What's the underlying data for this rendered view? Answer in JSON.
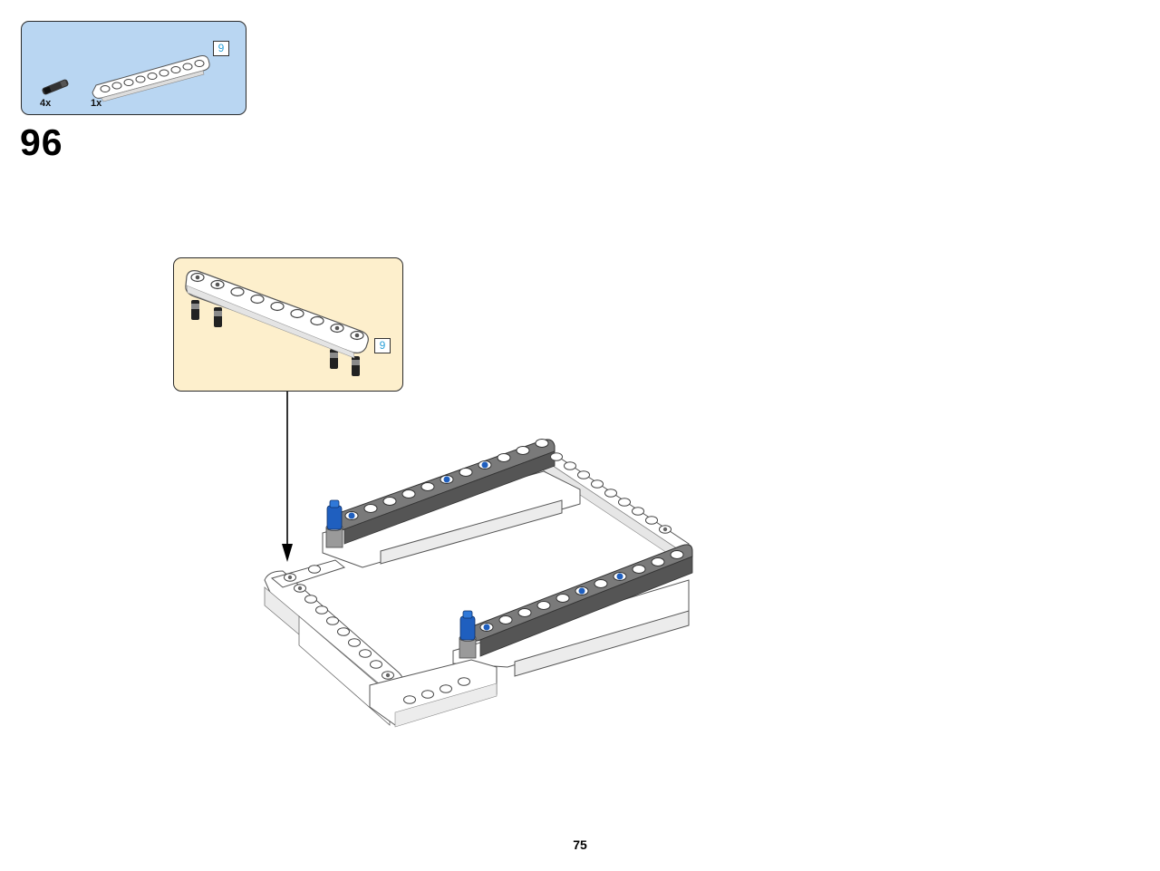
{
  "step": {
    "number": "96"
  },
  "parts_list": {
    "items": [
      {
        "icon": "axle-pin-icon",
        "quantity": "4x"
      },
      {
        "icon": "liftarm-9-icon",
        "quantity": "1x",
        "length_label": "9"
      }
    ]
  },
  "callout": {
    "icon": "subassembly-liftarm-with-pins-icon",
    "length_label": "9"
  },
  "model": {
    "icon": "frame-assembly-icon"
  },
  "page": {
    "number": "75"
  },
  "colors": {
    "parts_box_bg": "#b9d6f2",
    "callout_bg": "#fdefcc",
    "pin_blue": "#1f5fbf",
    "beam_gray": "#6b6b6b"
  }
}
